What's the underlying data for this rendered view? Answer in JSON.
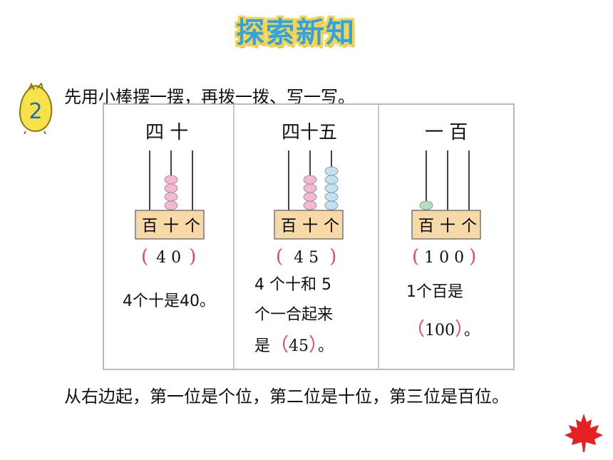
{
  "header": {
    "title": "探索新知"
  },
  "badge": {
    "number": "2"
  },
  "instruction": "先用小棒摆一摆，再拨一拨、写一写。",
  "columns": [
    {
      "title": "四  十",
      "place_labels": [
        "百",
        "十",
        "个"
      ],
      "beads": {
        "hundreds": 0,
        "tens": 4,
        "ones": 0
      },
      "answer": {
        "open": "(",
        "value": "4  0",
        "close": ")"
      },
      "desc_lines": [
        "4个十是40。"
      ]
    },
    {
      "title": "四十五",
      "place_labels": [
        "百",
        "十",
        "个"
      ],
      "beads": {
        "hundreds": 0,
        "tens": 4,
        "ones": 5
      },
      "answer": {
        "open": "(",
        "value": "4  5",
        "close": ")"
      },
      "desc_lines": [
        "4 个十和  5",
        "个一合起来"
      ],
      "desc_last": {
        "prefix": "是",
        "open": "（",
        "value": "45",
        "close": "）",
        "suffix": "。"
      }
    },
    {
      "title": "一  百",
      "place_labels": [
        "百",
        "十",
        "个"
      ],
      "beads": {
        "hundreds": 1,
        "tens": 0,
        "ones": 0
      },
      "answer": {
        "open": "(",
        "value": "1  0  0",
        "close": ")"
      },
      "desc_lines": [
        "1个百是"
      ],
      "desc_last": {
        "prefix": "",
        "open": "（",
        "value": "100",
        "close": "）",
        "suffix": "。"
      }
    }
  ],
  "footer": "从右边起，第一位是个位，第二位是十位，第三位是百位。",
  "colors": {
    "title": "#2fa3e6",
    "title_outline": "#f8d448",
    "pink_bead": "#f4b8d2",
    "blue_bead": "#bfe3f5",
    "green_bead": "#b9dfc2",
    "abacus_base": "#f6d9a6",
    "paren": "#e0447a",
    "leaf": "#e42020"
  }
}
